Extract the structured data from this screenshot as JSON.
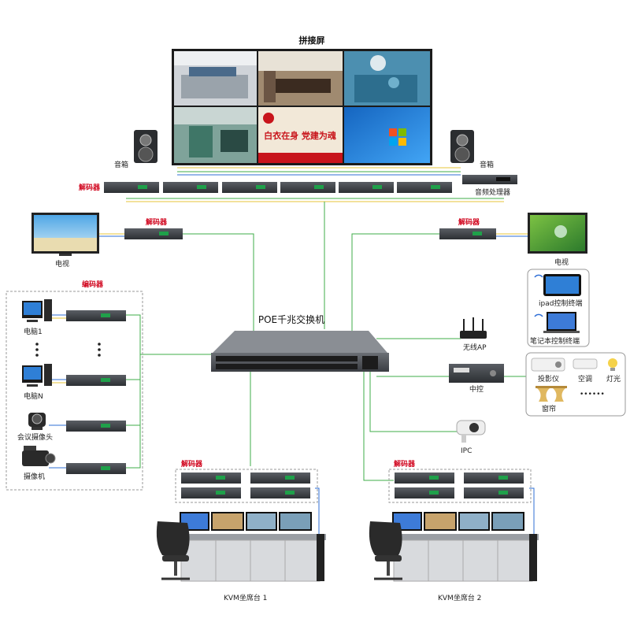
{
  "video_wall": {
    "title": "拼接屏",
    "panel_banner": "白衣在身 党建为魂"
  },
  "top": {
    "speaker_left": "音箱",
    "speaker_right": "音箱",
    "decoder_row_label": "解码器",
    "audio_processor": "音频处理器"
  },
  "left_tv": {
    "decoder": "解码器",
    "tv": "电视"
  },
  "right_tv": {
    "decoder": "解码器",
    "tv": "电视"
  },
  "encoder_group": {
    "title": "编码器",
    "pc1": "电脑1",
    "pcN": "电脑N",
    "conf_camera": "会议摄像头",
    "camcorder": "摄像机"
  },
  "switch": {
    "label": "POE千兆交换机"
  },
  "control_panel": {
    "ipad": "ipad控制终端",
    "laptop": "笔记本控制终端"
  },
  "peripherals": {
    "ap": "无线AP",
    "central_control": "中控",
    "projector": "投影仪",
    "ac": "空调",
    "light": "灯光",
    "curtain": "窗帘",
    "more": "••••••",
    "ipc": "IPC"
  },
  "kvm1": {
    "decoder": "解码器",
    "label": "KVM坐席台 1"
  },
  "kvm2": {
    "decoder": "解码器",
    "label": "KVM坐席台 2"
  },
  "colors": {
    "green_line": "#3fae49",
    "blue_line": "#2f6fd6",
    "yellow_line": "#e7c63a",
    "device_dark": "#3a3d42",
    "red_label": "#d0021b"
  }
}
